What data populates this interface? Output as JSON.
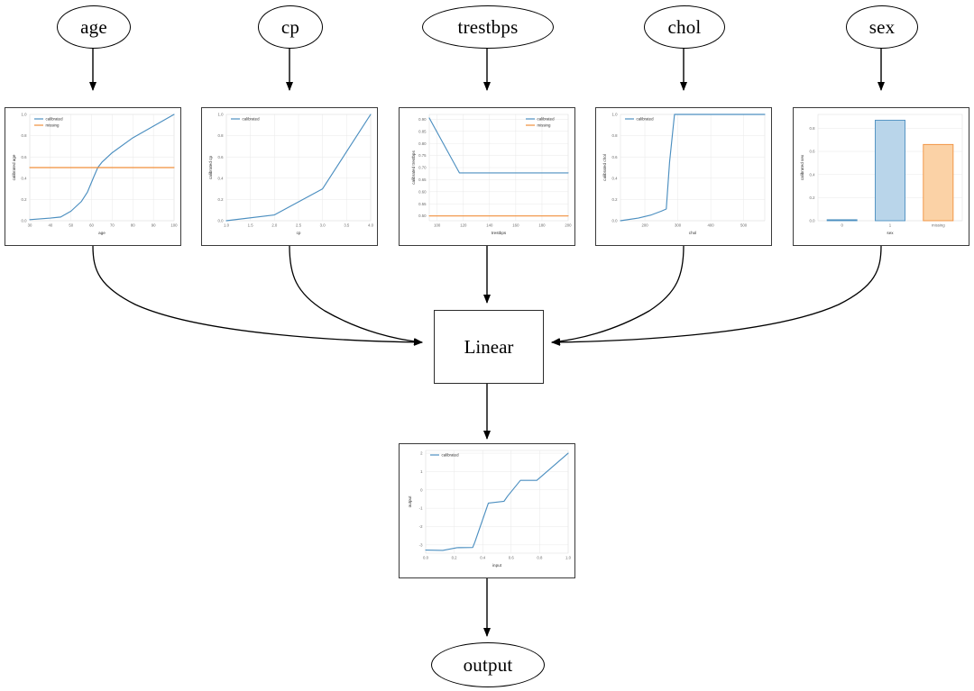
{
  "graph": {
    "title": "calibrated additive model graph",
    "input_nodes": [
      {
        "id": "age",
        "label": "age"
      },
      {
        "id": "cp",
        "label": "cp"
      },
      {
        "id": "trestbps",
        "label": "trestbps"
      },
      {
        "id": "chol",
        "label": "chol"
      },
      {
        "id": "sex",
        "label": "sex"
      }
    ],
    "linear_node": {
      "id": "linear",
      "label": "Linear"
    },
    "output_node": {
      "id": "output",
      "label": "output"
    },
    "edge_color": "#000000"
  },
  "style": {
    "calibrated_color": "#4c8fc0",
    "missing_color": "#f18f3b",
    "bar_fill_blue": "#b9d5ea",
    "bar_edge_blue": "#4c8fc0",
    "bar_fill_orange": "#fbd2a6",
    "bar_edge_orange": "#f18f3b",
    "grid_color": "#e8e8e8",
    "panel_border": "#3a3a3a",
    "tick_color": "#6a6a6a"
  },
  "chart_data": [
    {
      "id": "age",
      "type": "line",
      "title": "",
      "xlabel": "age",
      "ylabel": "calibrated age",
      "xlim": [
        30,
        100
      ],
      "ylim": [
        0.0,
        1.0
      ],
      "xticks": [
        "30",
        "40",
        "50",
        "60",
        "70",
        "80",
        "90",
        "100"
      ],
      "yticks": [
        "0.0",
        "0.2",
        "0.4",
        "0.6",
        "0.8",
        "1.0"
      ],
      "grid": true,
      "legend": [
        "calibrated",
        "missing"
      ],
      "legend_position": "upper left",
      "series": [
        {
          "name": "calibrated",
          "color": "#4c8fc0",
          "x": [
            30,
            40,
            45,
            50,
            55,
            58,
            61,
            63,
            65,
            70,
            80,
            90,
            100
          ],
          "y": [
            0.01,
            0.025,
            0.035,
            0.09,
            0.18,
            0.27,
            0.41,
            0.5,
            0.55,
            0.64,
            0.78,
            0.89,
            1.0
          ]
        },
        {
          "name": "missing",
          "color": "#f18f3b",
          "x": [
            30,
            100
          ],
          "y": [
            0.5,
            0.5
          ]
        }
      ]
    },
    {
      "id": "cp",
      "type": "line",
      "title": "",
      "xlabel": "cp",
      "ylabel": "calibrated cp",
      "xlim": [
        1.0,
        4.0
      ],
      "ylim": [
        0.0,
        1.0
      ],
      "xticks": [
        "1.0",
        "1.5",
        "2.0",
        "2.5",
        "3.0",
        "3.5",
        "4.0"
      ],
      "yticks": [
        "0.0",
        "0.2",
        "0.4",
        "0.6",
        "0.8",
        "1.0"
      ],
      "grid": true,
      "legend": [
        "calibrated"
      ],
      "legend_position": "upper left",
      "series": [
        {
          "name": "calibrated",
          "color": "#4c8fc0",
          "x": [
            1.0,
            2.0,
            3.0,
            4.0
          ],
          "y": [
            0.0,
            0.055,
            0.3,
            1.0
          ]
        }
      ]
    },
    {
      "id": "trestbps",
      "type": "line",
      "title": "",
      "xlabel": "trestbps",
      "ylabel": "calibrated trestbps",
      "xlim": [
        94,
        200
      ],
      "ylim": [
        0.48,
        0.92
      ],
      "xticks": [
        "100",
        "120",
        "140",
        "160",
        "180",
        "200"
      ],
      "yticks": [
        "0.50",
        "0.55",
        "0.60",
        "0.65",
        "0.70",
        "0.75",
        "0.80",
        "0.85",
        "0.90"
      ],
      "grid": true,
      "legend": [
        "calibrated",
        "missing"
      ],
      "legend_position": "upper right",
      "series": [
        {
          "name": "calibrated",
          "color": "#4c8fc0",
          "x": [
            94,
            117,
            200
          ],
          "y": [
            0.905,
            0.678,
            0.678
          ]
        },
        {
          "name": "missing",
          "color": "#f18f3b",
          "x": [
            94,
            200
          ],
          "y": [
            0.5,
            0.5
          ]
        }
      ]
    },
    {
      "id": "chol",
      "type": "line",
      "title": "",
      "xlabel": "chol",
      "ylabel": "calibrated chol",
      "xlim": [
        126,
        564
      ],
      "ylim": [
        0.0,
        1.0
      ],
      "xticks": [
        "200",
        "300",
        "400",
        "500"
      ],
      "yticks": [
        "0.0",
        "0.2",
        "0.4",
        "0.6",
        "0.8",
        "1.0"
      ],
      "grid": true,
      "legend": [
        "calibrated"
      ],
      "legend_position": "upper left",
      "series": [
        {
          "name": "calibrated",
          "color": "#4c8fc0",
          "x": [
            126,
            180,
            220,
            250,
            265,
            275,
            290,
            564
          ],
          "y": [
            0.0,
            0.025,
            0.055,
            0.09,
            0.11,
            0.55,
            1.0,
            1.0
          ]
        }
      ]
    },
    {
      "id": "sex",
      "type": "bar",
      "title": "",
      "xlabel": "sex",
      "ylabel": "calibrated sex",
      "categories": [
        "0",
        "1",
        "missing"
      ],
      "values": [
        0.008,
        0.87,
        0.66
      ],
      "ylim": [
        0.0,
        0.92
      ],
      "yticks": [
        "0.0",
        "0.2",
        "0.4",
        "0.6",
        "0.8"
      ],
      "grid": true,
      "bar_colors": [
        "#4c8fc0",
        "#b9d5ea",
        "#fbd2a6"
      ],
      "bar_edges": [
        "#4c8fc0",
        "#4c8fc0",
        "#f18f3b"
      ]
    },
    {
      "id": "output",
      "type": "line",
      "title": "",
      "xlabel": "input",
      "ylabel": "output",
      "xlim": [
        0.0,
        1.0
      ],
      "ylim": [
        -3.45,
        2.15
      ],
      "xticks": [
        "0.0",
        "0.2",
        "0.4",
        "0.6",
        "0.8",
        "1.0"
      ],
      "yticks": [
        "-3",
        "-2",
        "-1",
        "0",
        "1",
        "2"
      ],
      "grid": true,
      "legend": [
        "calibrated"
      ],
      "legend_position": "upper left",
      "series": [
        {
          "name": "calibrated",
          "color": "#4c8fc0",
          "x": [
            0.0,
            0.12,
            0.22,
            0.33,
            0.345,
            0.44,
            0.55,
            0.575,
            0.665,
            0.78,
            1.0
          ],
          "y": [
            -3.28,
            -3.3,
            -3.15,
            -3.14,
            -2.85,
            -0.72,
            -0.62,
            -0.34,
            0.52,
            0.52,
            2.0
          ]
        }
      ]
    }
  ]
}
